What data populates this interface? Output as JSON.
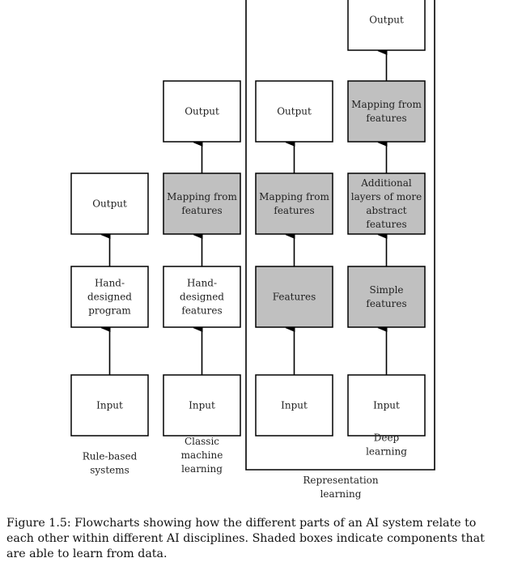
{
  "colors": {
    "plain_box": "#ffffff",
    "shaded_box": "#c0c0c0",
    "stroke": "#000000"
  },
  "columns": [
    {
      "label": [
        "Rule-based",
        "systems"
      ],
      "boxes": [
        {
          "lines": [
            "Input"
          ],
          "shaded": false
        },
        {
          "lines": [
            "Hand-",
            "designed",
            "program"
          ],
          "shaded": false
        },
        {
          "lines": [
            "Output"
          ],
          "shaded": false
        }
      ]
    },
    {
      "label": [
        "Classic",
        "machine",
        "learning"
      ],
      "boxes": [
        {
          "lines": [
            "Input"
          ],
          "shaded": false
        },
        {
          "lines": [
            "Hand-",
            "designed",
            "features"
          ],
          "shaded": false
        },
        {
          "lines": [
            "Mapping from",
            "features"
          ],
          "shaded": true
        },
        {
          "lines": [
            "Output"
          ],
          "shaded": false
        }
      ]
    },
    {
      "label": [],
      "boxes": [
        {
          "lines": [
            "Input"
          ],
          "shaded": false
        },
        {
          "lines": [
            "Features"
          ],
          "shaded": true
        },
        {
          "lines": [
            "Mapping from",
            "features"
          ],
          "shaded": true
        },
        {
          "lines": [
            "Output"
          ],
          "shaded": false
        }
      ]
    },
    {
      "label": [
        "Deep",
        "learning"
      ],
      "boxes": [
        {
          "lines": [
            "Input"
          ],
          "shaded": false
        },
        {
          "lines": [
            "Simple",
            "features"
          ],
          "shaded": true
        },
        {
          "lines": [
            "Additional",
            "layers of more",
            "abstract",
            "features"
          ],
          "shaded": true
        },
        {
          "lines": [
            "Mapping from",
            "features"
          ],
          "shaded": true
        },
        {
          "lines": [
            "Output"
          ],
          "shaded": false
        }
      ]
    }
  ],
  "group_label": [
    "Representation",
    "learning"
  ],
  "caption": "Figure 1.5: Flowcharts showing how the different parts of an AI system relate to each other within different AI disciplines. Shaded boxes indicate components that are able to learn from data."
}
